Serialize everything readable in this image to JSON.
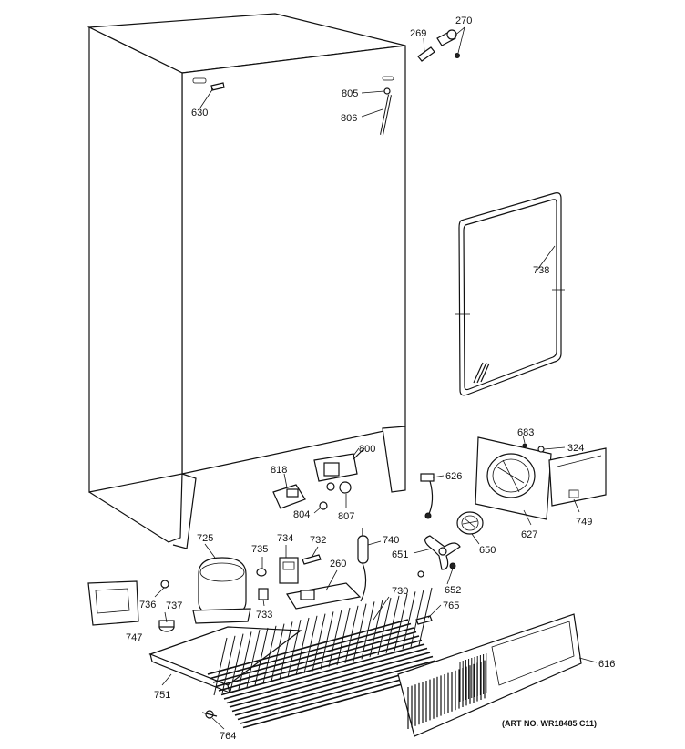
{
  "diagram": {
    "art_number": "(ART NO. WR18485 C11)",
    "parts": {
      "p269": "269",
      "p270": "270",
      "p805": "805",
      "p806": "806",
      "p630": "630",
      "p738": "738",
      "p683": "683",
      "p324": "324",
      "p800": "800",
      "p818": "818",
      "p626": "626",
      "p804": "804",
      "p807": "807",
      "p627": "627",
      "p749": "749",
      "p725": "725",
      "p734": "734",
      "p732": "732",
      "p740": "740",
      "p735": "735",
      "p260": "260",
      "p651": "651",
      "p650": "650",
      "p733": "733",
      "p652": "652",
      "p736": "736",
      "p737": "737",
      "p730": "730",
      "p765": "765",
      "p747": "747",
      "p616": "616",
      "p751": "751",
      "p764": "764"
    }
  }
}
